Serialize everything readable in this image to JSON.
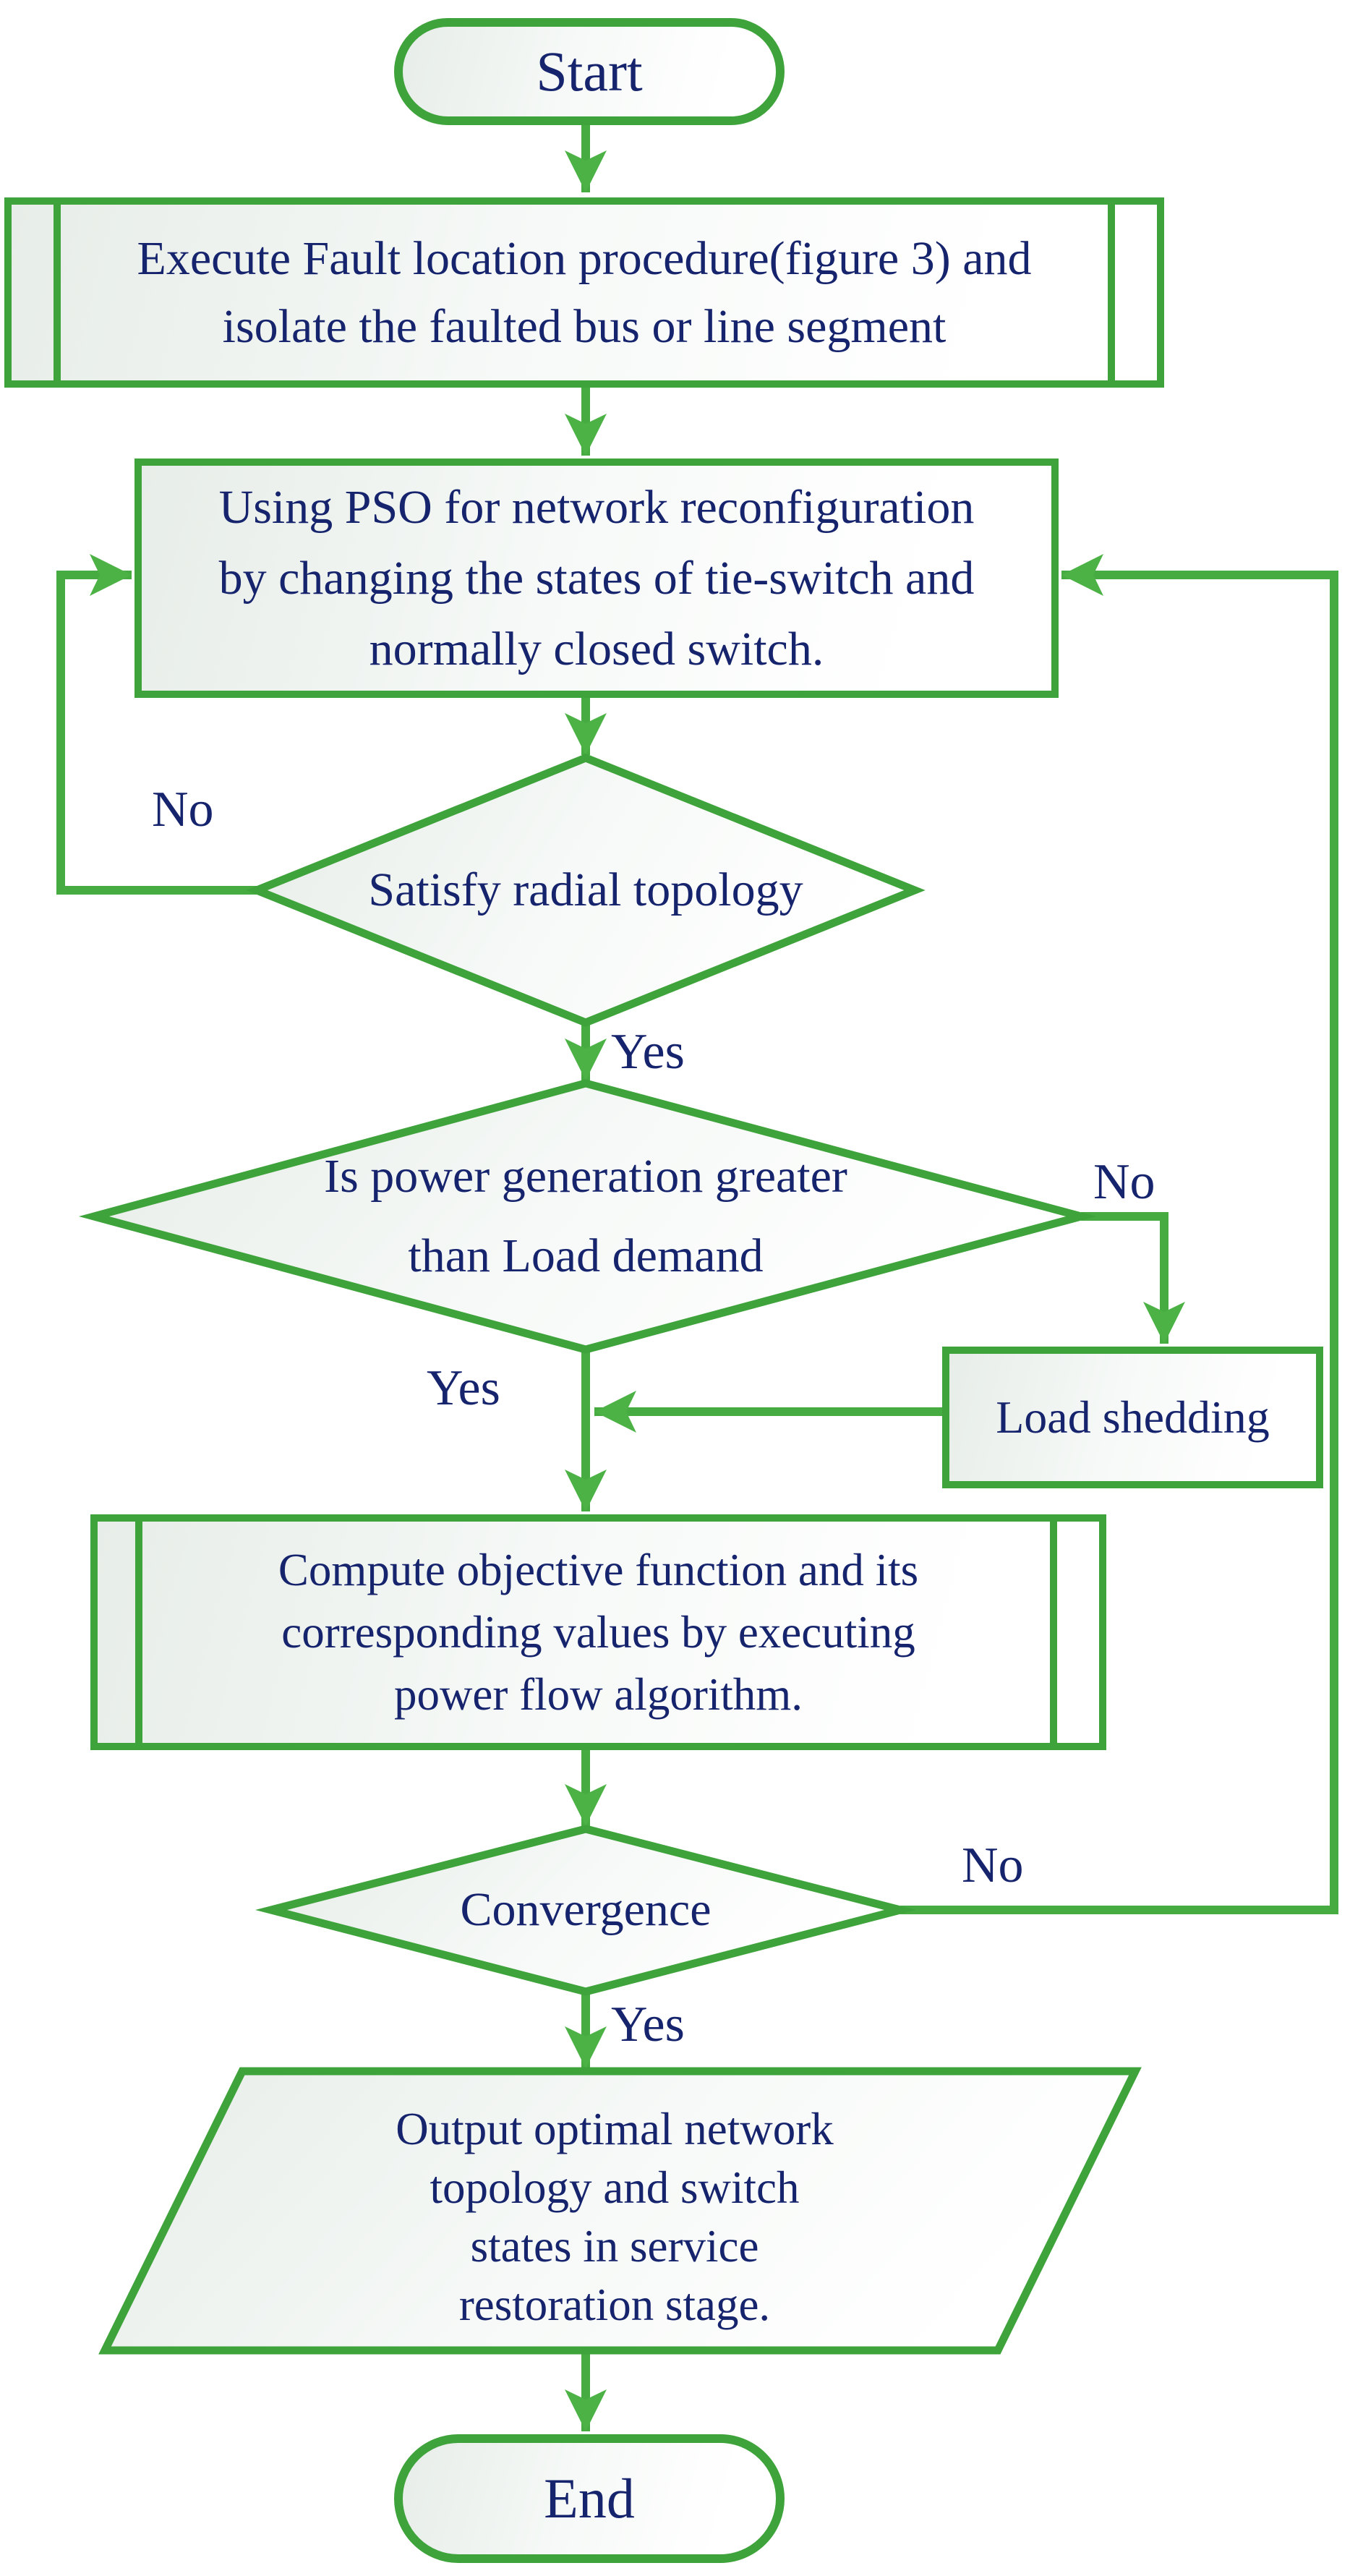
{
  "colors": {
    "shape_border_green": "#3ea33a",
    "connector_green": "#46ac41",
    "arrowhead_green": "#4cb246",
    "text_navy": "#16246d",
    "shape_fill_light": "#e7ede8"
  },
  "nodes": {
    "start": {
      "type": "terminator",
      "label": "Start"
    },
    "fault_isolation": {
      "type": "predefined-process",
      "lines": [
        "Execute Fault location procedure(figure 3) and",
        "isolate the faulted bus or line segment"
      ]
    },
    "pso_reconfiguration": {
      "type": "process",
      "lines": [
        "Using PSO for network reconfiguration",
        "by changing the states of tie-switch and",
        "normally closed switch."
      ]
    },
    "radial_topology": {
      "type": "decision",
      "label": "Satisfy radial topology"
    },
    "power_generation": {
      "type": "decision",
      "lines": [
        "Is power generation greater",
        "than Load demand"
      ]
    },
    "load_shedding": {
      "type": "process",
      "label": "Load shedding"
    },
    "objective_function": {
      "type": "predefined-process",
      "lines": [
        "Compute objective function and its",
        "corresponding values by executing",
        "power flow algorithm."
      ]
    },
    "convergence": {
      "type": "decision",
      "label": "Convergence"
    },
    "output": {
      "type": "input-output",
      "lines": [
        "Output optimal network",
        "topology and switch",
        "states in service",
        "restoration stage."
      ]
    },
    "end": {
      "type": "terminator",
      "label": "End"
    }
  },
  "edges": {
    "radial_topology": {
      "yes": "Yes",
      "no": "No"
    },
    "power_generation": {
      "yes": "Yes",
      "no": "No"
    },
    "convergence": {
      "yes": "Yes",
      "no": "No"
    }
  }
}
